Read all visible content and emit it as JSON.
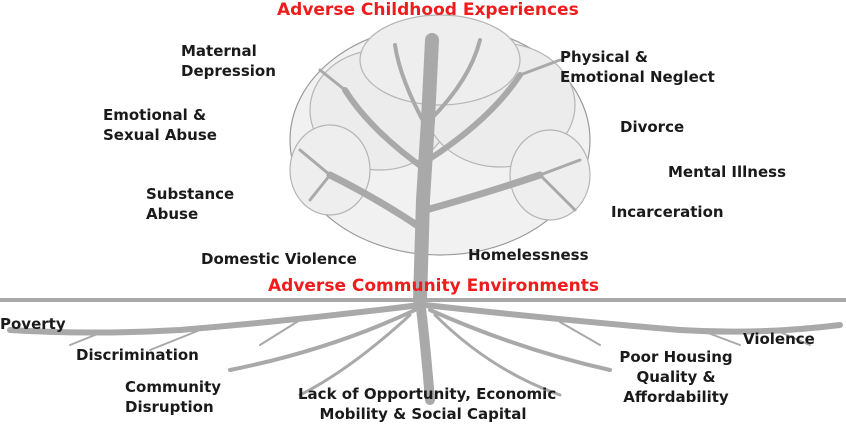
{
  "titles": {
    "childhood": "Adverse Childhood Experiences",
    "community": "Adverse Community Environments"
  },
  "childhood_labels": {
    "maternal_depression": "Maternal\nDepression",
    "emotional_sexual_abuse": "Emotional &\nSexual Abuse",
    "substance_abuse": "Substance\nAbuse",
    "domestic_violence": "Domestic Violence",
    "physical_emotional_neglect": "Physical &\nEmotional Neglect",
    "divorce": "Divorce",
    "mental_illness": "Mental Illness",
    "incarceration": "Incarceration",
    "homelessness": "Homelessness"
  },
  "community_labels": {
    "poverty": "Poverty",
    "discrimination": "Discrimination",
    "community_disruption": "Community\nDisruption",
    "lack_of_opportunity": "Lack of Opportunity, Economic\nMobility & Social Capital",
    "poor_housing": "Poor Housing\nQuality &\nAffordability",
    "violence": "Violence"
  },
  "colors": {
    "title": "#ee1c1c",
    "tree": "#a9a9a9",
    "text": "#1a1a1a"
  }
}
